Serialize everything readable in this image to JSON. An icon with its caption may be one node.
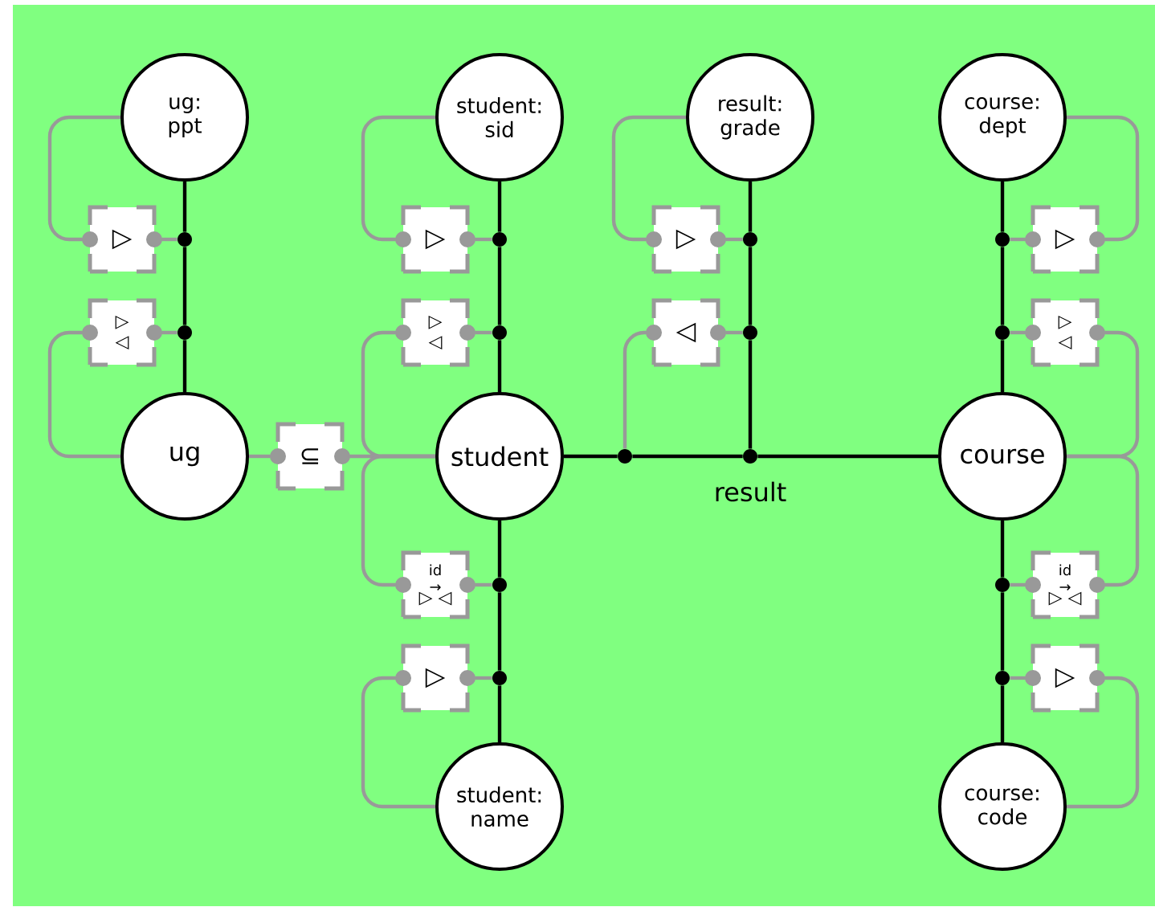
{
  "diagram": {
    "nodes": [
      {
        "text": [
          "ug: ppt"
        ]
      },
      {
        "text": [
          "student: sid"
        ]
      },
      {
        "text": [
          "result: grade"
        ]
      },
      {
        "text": [
          "course: dept"
        ]
      },
      {
        "text": [
          "ug"
        ]
      },
      {
        "text": [
          "student"
        ]
      },
      {
        "text": [
          "course"
        ]
      },
      {
        "text": [
          "student: name"
        ]
      },
      {
        "text": [
          "course: code"
        ]
      },
      {
        "text": [
          "▷"
        ]
      },
      {
        "text": [
          "▷ ◁"
        ]
      },
      {
        "text": [
          "▷"
        ]
      },
      {
        "text": [
          "▷ ◁"
        ]
      },
      {
        "text": [
          "▷"
        ]
      },
      {
        "text": [
          "◁"
        ]
      },
      {
        "text": [
          "▷"
        ]
      },
      {
        "text": [
          "▷ ◁"
        ]
      },
      {
        "text": [
          "⊆"
        ]
      },
      {
        "text": [
          "id →",
          "▷ ◁"
        ]
      },
      {
        "text": [
          "▷"
        ]
      },
      {
        "text": [
          "id →",
          "▷ ◁"
        ]
      },
      {
        "text": [
          "▷"
        ]
      },
      {
        "text": [],
        "shape": "dot"
      },
      {
        "text": [],
        "shape": "dot"
      },
      {
        "text": [],
        "shape": "dot"
      },
      {
        "text": [],
        "shape": "dot"
      },
      {
        "text": [],
        "shape": "dot"
      },
      {
        "text": [],
        "shape": "dot"
      },
      {
        "text": [],
        "shape": "dot"
      },
      {
        "text": [],
        "shape": "dot"
      },
      {
        "text": [],
        "shape": "dot"
      },
      {
        "text": [],
        "shape": "dot"
      },
      {
        "text": [],
        "shape": "dot"
      },
      {
        "text": [],
        "shape": "dot"
      },
      {
        "text": [],
        "shape": "dot"
      },
      {
        "text": [],
        "shape": "dot"
      }
    ],
    "edges": [
      {
        "from": 0,
        "to": 22,
        "arrow": "none",
        "color": "#000000"
      },
      {
        "from": 22,
        "to": 23,
        "arrow": "none",
        "color": "#000000"
      },
      {
        "from": 23,
        "to": 4,
        "arrow": "none",
        "color": "#000000"
      },
      {
        "from": 1,
        "to": 24,
        "arrow": "none",
        "color": "#000000"
      },
      {
        "from": 24,
        "to": 25,
        "arrow": "none",
        "color": "#000000"
      },
      {
        "from": 25,
        "to": 5,
        "arrow": "none",
        "color": "#000000"
      },
      {
        "from": 2,
        "to": 26,
        "arrow": "none",
        "color": "#000000"
      },
      {
        "from": 26,
        "to": 27,
        "arrow": "none",
        "color": "#000000"
      },
      {
        "from": 27,
        "to": 31,
        "arrow": "none",
        "color": "#000000"
      },
      {
        "from": 3,
        "to": 28,
        "arrow": "none",
        "color": "#000000"
      },
      {
        "from": 28,
        "to": 29,
        "arrow": "none",
        "color": "#000000"
      },
      {
        "from": 29,
        "to": 6,
        "arrow": "none",
        "color": "#000000"
      },
      {
        "from": 5,
        "to": 30,
        "arrow": "none",
        "color": "#000000"
      },
      {
        "from": 30,
        "to": 31,
        "arrow": "none",
        "color": "#000000"
      },
      {
        "from": 31,
        "to": 6,
        "arrow": "none",
        "color": "#000000"
      },
      {
        "from": 5,
        "to": 32,
        "arrow": "none",
        "color": "#000000"
      },
      {
        "from": 32,
        "to": 33,
        "arrow": "none",
        "color": "#000000"
      },
      {
        "from": 33,
        "to": 7,
        "arrow": "none",
        "color": "#000000"
      },
      {
        "from": 6,
        "to": 34,
        "arrow": "none",
        "color": "#000000"
      },
      {
        "from": 34,
        "to": 35,
        "arrow": "none",
        "color": "#000000"
      },
      {
        "from": 35,
        "to": 8,
        "arrow": "none",
        "color": "#000000"
      },
      {
        "from": 22,
        "to": 9,
        "arrow": "other"
      },
      {
        "from": 0,
        "to": 9,
        "arrow": "other"
      },
      {
        "from": 23,
        "to": 10,
        "arrow": "other"
      },
      {
        "from": 4,
        "to": 10,
        "arrow": "other"
      },
      {
        "from": 24,
        "to": 11,
        "arrow": "other"
      },
      {
        "from": 1,
        "to": 11,
        "arrow": "other"
      },
      {
        "from": 25,
        "to": 12,
        "arrow": "other"
      },
      {
        "from": 5,
        "to": 12,
        "arrow": "other"
      },
      {
        "from": 26,
        "to": 13,
        "arrow": "other"
      },
      {
        "from": 2,
        "to": 13,
        "arrow": "other"
      },
      {
        "from": 27,
        "to": 14,
        "arrow": "other"
      },
      {
        "from": 30,
        "to": 14,
        "arrow": "other"
      },
      {
        "from": 28,
        "to": 15,
        "arrow": "other"
      },
      {
        "from": 3,
        "to": 15,
        "arrow": "other"
      },
      {
        "from": 29,
        "to": 16,
        "arrow": "other"
      },
      {
        "from": 6,
        "to": 16,
        "arrow": "other"
      },
      {
        "from": 4,
        "to": 17,
        "arrow": "other"
      },
      {
        "from": 5,
        "to": 17,
        "arrow": "other"
      },
      {
        "from": 32,
        "to": 18,
        "arrow": "other"
      },
      {
        "from": 5,
        "to": 18,
        "arrow": "other"
      },
      {
        "from": 33,
        "to": 19,
        "arrow": "other"
      },
      {
        "from": 7,
        "to": 19,
        "arrow": "other"
      },
      {
        "from": 34,
        "to": 20,
        "arrow": "other"
      },
      {
        "from": 6,
        "to": 20,
        "arrow": "other"
      },
      {
        "from": 35,
        "to": 21,
        "arrow": "other"
      },
      {
        "from": 8,
        "to": 21,
        "arrow": "other"
      }
    ],
    "labels": [
      "result"
    ]
  }
}
